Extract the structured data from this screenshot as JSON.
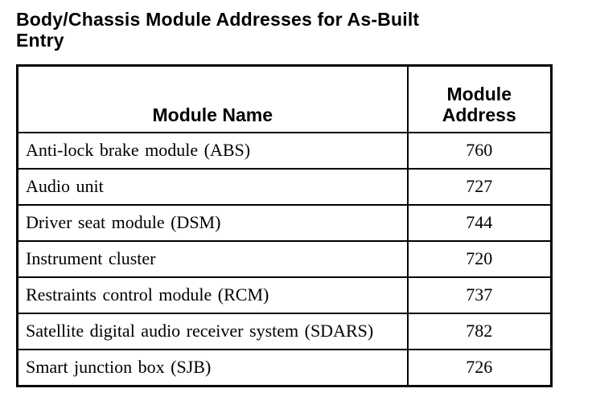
{
  "page": {
    "title_lines": [
      "Body/Chassis Module Addresses for As-Built",
      "Entry"
    ]
  },
  "table": {
    "columns": [
      {
        "label": "Module Name"
      },
      {
        "label": "Module Address"
      }
    ],
    "rows": [
      {
        "module_name": "Anti-lock brake module (ABS)",
        "module_address": "760"
      },
      {
        "module_name": "Audio unit",
        "module_address": "727"
      },
      {
        "module_name": "Driver seat module (DSM)",
        "module_address": "744"
      },
      {
        "module_name": "Instrument cluster",
        "module_address": "720"
      },
      {
        "module_name": "Restraints control module (RCM)",
        "module_address": "737"
      },
      {
        "module_name": "Satellite digital audio receiver system (SDARS)",
        "module_address": "782"
      },
      {
        "module_name": "Smart junction box (SJB)",
        "module_address": "726"
      }
    ]
  },
  "colors": {
    "text": "#000000",
    "background": "#ffffff",
    "border": "#000000"
  }
}
